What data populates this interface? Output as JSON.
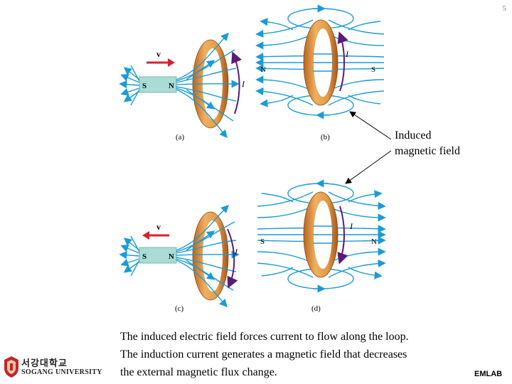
{
  "slide_number": "5",
  "panels": {
    "a": {
      "label": "(a)",
      "velocity": "v",
      "pole_left": "S",
      "pole_right": "N",
      "current": "I"
    },
    "b": {
      "label": "(b)",
      "pole_left": "N",
      "pole_right": "S",
      "current": "I"
    },
    "c": {
      "label": "(c)",
      "velocity": "v",
      "pole_left": "S",
      "pole_right": "N",
      "current": "I"
    },
    "d": {
      "label": "(d)",
      "pole_left": "S",
      "pole_right": "N",
      "current": "I"
    }
  },
  "callout": {
    "line1": "Induced",
    "line2": "magnetic field"
  },
  "body_text": [
    "The induced electric field forces current to flow along the loop.",
    "The induction current generates a magnetic field that decreases",
    "the external magnetic flux change."
  ],
  "university": {
    "korean": "서강대학교",
    "english": "SOGANG UNIVERSITY"
  },
  "lab": "EMLAB",
  "colors": {
    "field_line": "#1a9bd7",
    "ring": "#d98a3a",
    "current_arrow": "#5a1a7a",
    "velocity_arrow": "#d8212e",
    "magnet": "#a8dcd4"
  }
}
